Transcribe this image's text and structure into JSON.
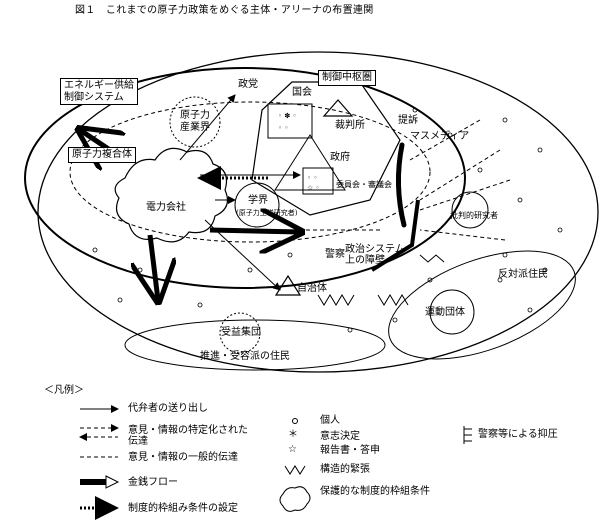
{
  "title": "図１　これまでの原子力政策をめぐる主体・アリーナの布置連関",
  "labels": {
    "energy_system": [
      "エネルギー供給",
      "制御システム"
    ],
    "nuclear_complex": "原子力複合体",
    "control_center": "制御中枢圏",
    "politicians": "政党",
    "diet": "国会",
    "industry": [
      "原子力",
      "産業界"
    ],
    "court": "裁判所",
    "government": "政府",
    "lawsuit": "提訴",
    "media": "マスメディア",
    "committees": "委員会・審議会",
    "power_company": "電力会社",
    "academia": "学界",
    "academia_sub": "(原子力工学研究者)",
    "police": "警察",
    "political_barrier": [
      "政治システム",
      "上の障壁"
    ],
    "critical_researchers": "批判的研究者",
    "opposition": "反対派住民",
    "local_gov": "自治体",
    "movement": "運動団体",
    "beneficiaries": "受益集団",
    "residents": "推進・受容派の住民"
  },
  "legend": {
    "title": "＜凡例＞",
    "items": [
      {
        "symbol": "arrow",
        "text": "代弁者の送り出し"
      },
      {
        "symbol": "dashed-bi",
        "text": "意見・情報の特定化された伝達"
      },
      {
        "symbol": "dashed",
        "text": "意見・情報の一般的伝達"
      },
      {
        "symbol": "hollow-arrow",
        "text": "金銭フロー"
      },
      {
        "symbol": "dotted-arrow",
        "text": "制度的枠組み条件の設定"
      },
      {
        "symbol": "circle",
        "text": "個人"
      },
      {
        "symbol": "asterisk",
        "text": "意志決定"
      },
      {
        "symbol": "star",
        "text": "報告書・答申"
      },
      {
        "symbol": "zigzag",
        "text": "構造的緊張"
      },
      {
        "symbol": "cloud",
        "text": "保護的な制度的枠組条件"
      },
      {
        "symbol": "suppression",
        "text": "警察等による抑圧"
      }
    ]
  }
}
